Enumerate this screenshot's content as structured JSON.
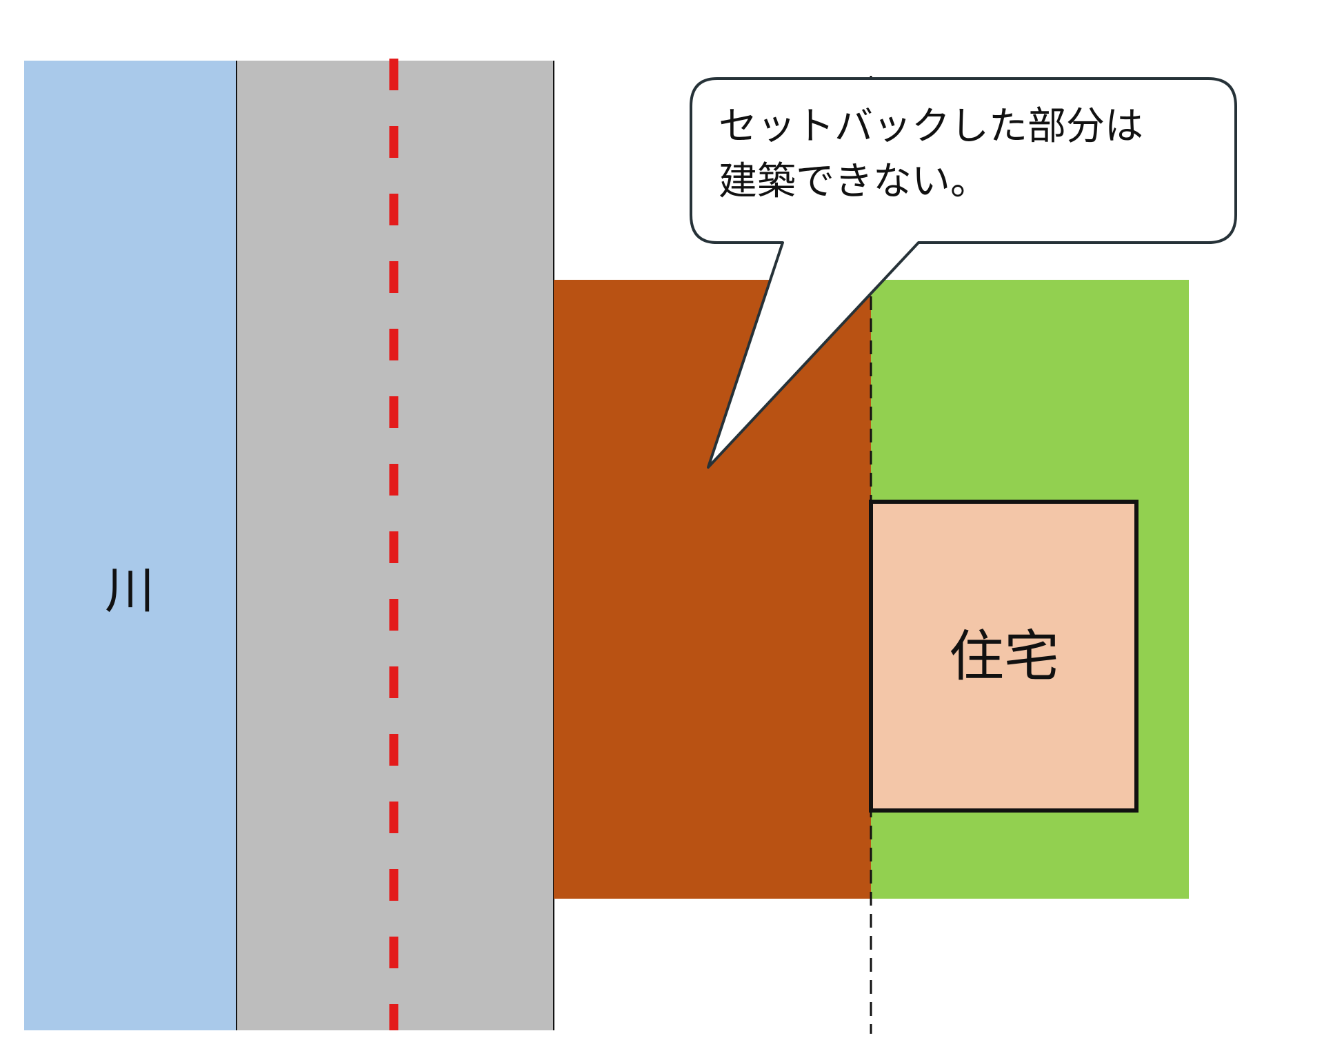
{
  "labels": {
    "river": "川",
    "house": "住宅"
  },
  "callout": {
    "line1": "セットバックした部分は",
    "line2": "建築できない。"
  },
  "colors": {
    "background": "#FFFFFF",
    "river": "#A9C9EA",
    "road": "#BDBDBD",
    "road_centerline": "#E31B1B",
    "setback_area": "#B95213",
    "lot": "#92D050",
    "house": "#F3C6A8",
    "outline": "#111111"
  }
}
